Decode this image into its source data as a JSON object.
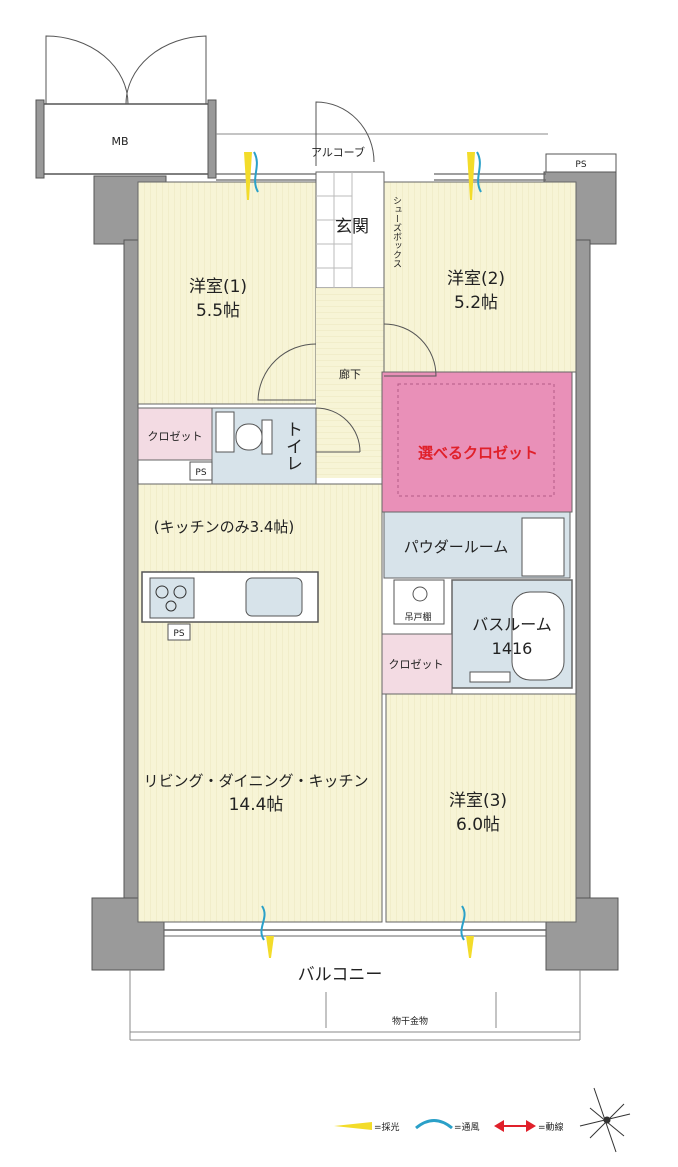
{
  "rooms": {
    "western1": {
      "name": "洋室(1)",
      "size": "5.5帖"
    },
    "western2": {
      "name": "洋室(2)",
      "size": "5.2帖"
    },
    "western3": {
      "name": "洋室(3)",
      "size": "6.0帖"
    },
    "ldk": {
      "name": "リビング・ダイニング・キッチン",
      "size": "14.4帖"
    },
    "kitchen_only": "(キッチンのみ3.4帖)",
    "entrance": "玄関",
    "shoe_box": "シューズボックス",
    "hallway": "廊下",
    "toilet": "トイレ",
    "closet": "クロゼット",
    "select_closet": "選べるクロゼット",
    "powder_room": "パウダールーム",
    "bathroom": {
      "name": "バスルーム",
      "size": "1416"
    },
    "hanging_shelf": "吊戸棚",
    "balcony": "バルコニー",
    "alcove": "アルコーブ",
    "mb": "MB",
    "ps": "PS",
    "laundry_pole": "物干金物"
  },
  "legend": {
    "light": "=採光",
    "wind": "=通風",
    "flow": "=動線"
  },
  "colors": {
    "floor": "#f7f4d6",
    "wall": "#8a8a8a",
    "select_closet": "#e990b8",
    "closet": "#f3dbe3",
    "wet_area": "#d7e3ea",
    "light_marker": "#f3dc2a",
    "wind_marker": "#2aa0c8",
    "flow_marker": "#e0202a"
  },
  "icons": [
    "light-marker-icon",
    "wind-marker-icon",
    "flow-arrow-icon",
    "compass-icon"
  ]
}
